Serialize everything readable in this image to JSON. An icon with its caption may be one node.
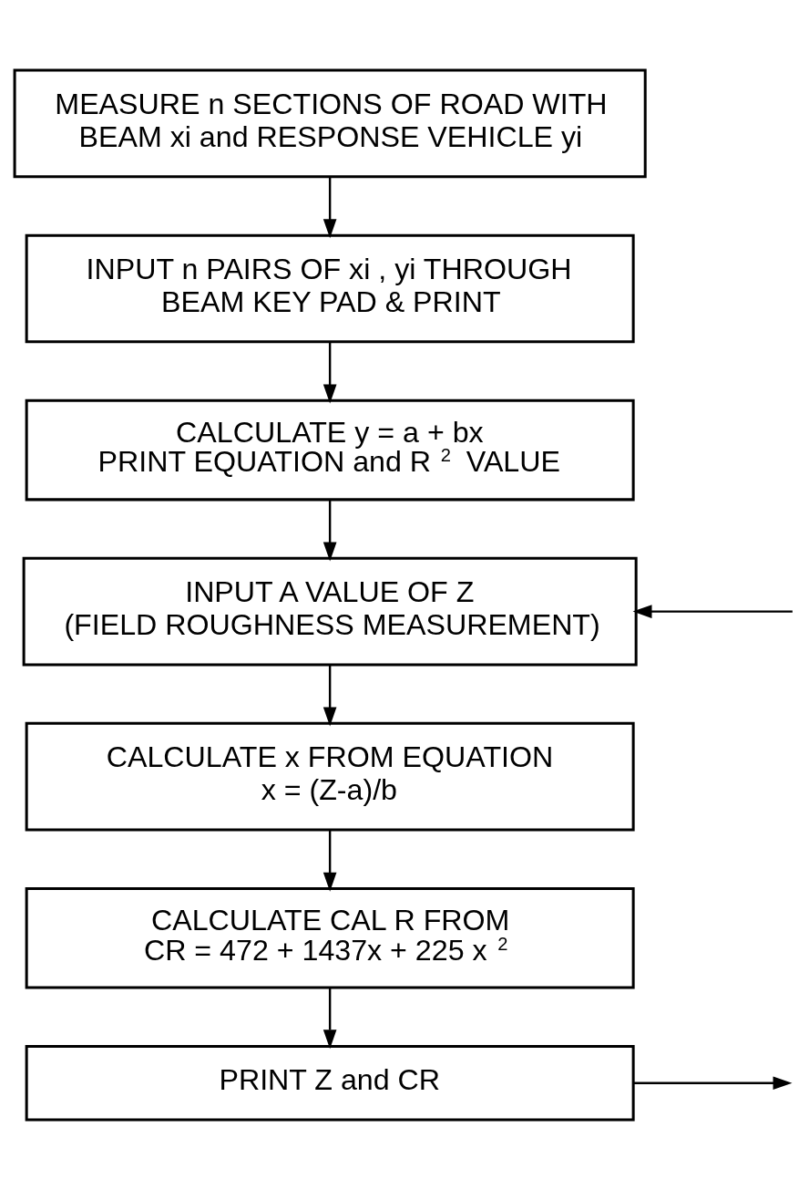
{
  "diagram": {
    "nodes": [
      {
        "text": [
          "MEASURE n SECTIONS OF ROAD WITH BEAM xi and RESPONSE VEHICLE yi"
        ]
      },
      {
        "text": [
          "INPUT n PAIRS OF xi , yi THROUGH BEAM KEY PAD & PRINT"
        ]
      },
      {
        "text": [
          "CALCULATE y = a + bx",
          "PRINT EQUATION and R$^{2}$ VALUE"
        ]
      },
      {
        "text": [
          "INPUT A VALUE OF Z",
          "(FIELD ROUGHNESS MEASUREMENT)"
        ]
      },
      {
        "text": [
          "CALCULATE x FROM EQUATION",
          "x = (Z-a)/b"
        ]
      },
      {
        "text": [
          "CALCULATE CAL R FROM",
          "CR = 472 + 1437x + 225 x$^{2}$"
        ]
      },
      {
        "text": [
          "PRINT Z and CR"
        ]
      }
    ],
    "edges": [
      {
        "from": 0,
        "to": 1,
        "arrow": "to"
      },
      {
        "from": 1,
        "to": 2,
        "arrow": "to"
      },
      {
        "from": 2,
        "to": 3,
        "arrow": "to"
      },
      {
        "from": 3,
        "to": 4,
        "arrow": "to"
      },
      {
        "from": 4,
        "to": 5,
        "arrow": "to"
      },
      {
        "from": 5,
        "to": 6,
        "arrow": "to"
      },
      {
        "from": 6,
        "to": null,
        "arrow": "to"
      },
      {
        "from": null,
        "to": 3,
        "arrow": "to"
      }
    ]
  }
}
